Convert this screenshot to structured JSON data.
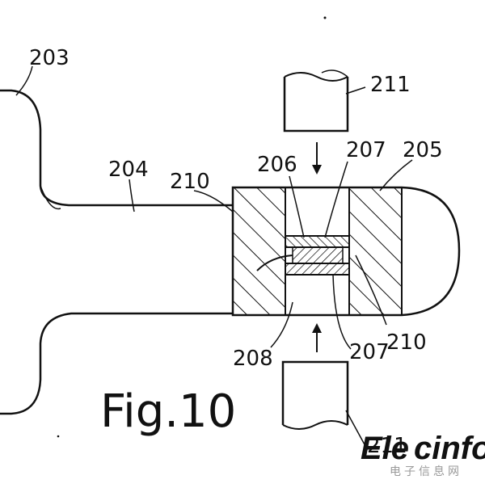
{
  "figure": {
    "caption": "Fig.10"
  },
  "labels": {
    "l203": "203",
    "l204": "204",
    "l205": "205",
    "l206": "206",
    "l207_top": "207",
    "l207_bottom": "207",
    "l208": "208",
    "l210_left": "210",
    "l210_right": "210",
    "l211_top": "211",
    "l211_bottom": "211"
  },
  "watermark": {
    "prefix": "Ele",
    "suffix": "cinfo",
    "subtitle": "电子信息网",
    "colors": {
      "prefix": "#f2a900",
      "suffix": "#1d8fd6"
    }
  },
  "colors": {
    "ink": "#111111",
    "background": "#ffffff"
  }
}
